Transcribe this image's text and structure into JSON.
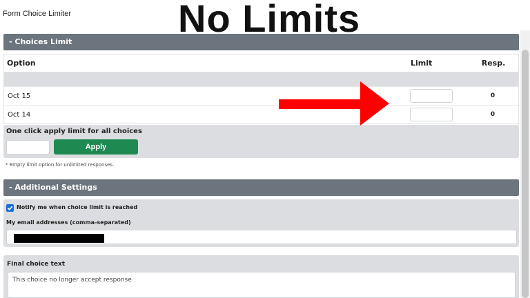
{
  "app": {
    "title": "Form Choice Limiter"
  },
  "overlay": {
    "title": "No Limits"
  },
  "choices_limit": {
    "header": "- Choices Limit",
    "columns": {
      "option": "Option",
      "limit": "Limit",
      "resp": "Resp."
    },
    "rows": [
      {
        "option": "Oct 15",
        "limit": "",
        "resp": "0"
      },
      {
        "option": "Oct 14",
        "limit": "",
        "resp": "0"
      }
    ],
    "bulk_label": "One click apply limit for all choices",
    "bulk_value": "",
    "apply_label": "Apply",
    "note": "* Empty limit option for unlimited responses."
  },
  "additional_settings": {
    "header": "- Additional Settings",
    "notify_label": "Notify me when choice limit is reached",
    "notify_checked": true,
    "email_label": "My email addresses (comma-separated)",
    "final_choice_label": "Final choice text",
    "final_choice_value": "This choice no longer accept response"
  },
  "colors": {
    "section_header": "#6c747d",
    "apply_button": "#1e8a52",
    "arrow": "#ff0000"
  },
  "icons": {
    "checkbox": "checkmark-icon",
    "arrow": "right-arrow-icon"
  }
}
